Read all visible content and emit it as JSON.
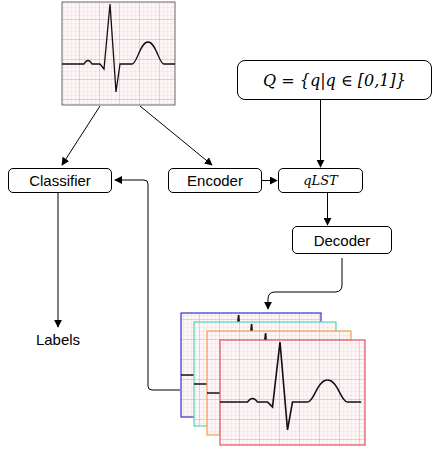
{
  "diagram": {
    "nodes": [
      {
        "text": [
          "Q = {q|q ∈ [0,1]}"
        ]
      },
      {
        "text": [
          "Classifier"
        ]
      },
      {
        "text": [
          "Encoder"
        ]
      },
      {
        "text": [
          "qLST"
        ]
      },
      {
        "text": [
          "Decoder"
        ]
      },
      {
        "text": [
          "Labels"
        ]
      }
    ],
    "edges": [
      {
        "from": 2,
        "to": 3,
        "arrow": "to"
      },
      {
        "from": 0,
        "to": 3,
        "arrow": "to"
      },
      {
        "from": 3,
        "to": 4,
        "arrow": "to"
      },
      {
        "from": 1,
        "to": 5,
        "arrow": "to"
      }
    ]
  }
}
